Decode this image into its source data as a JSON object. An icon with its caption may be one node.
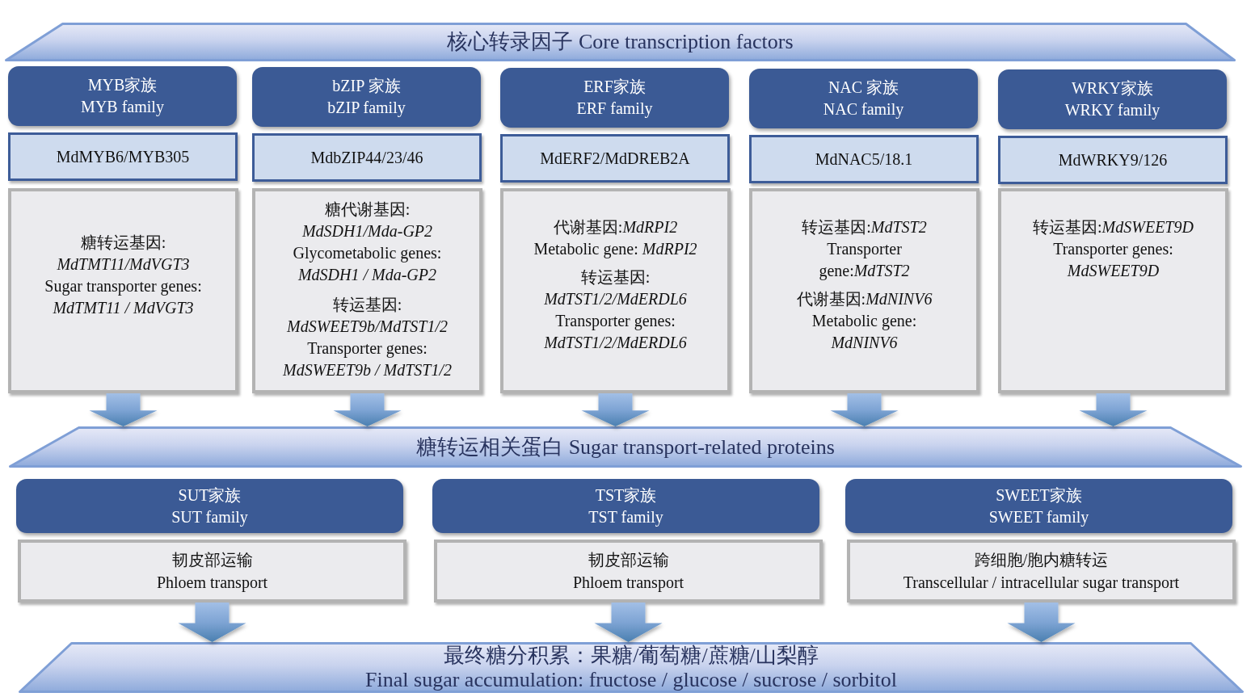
{
  "diagram": {
    "nodes": [
      {
        "text": [
          "核心转录因子 Core transcription factors"
        ]
      },
      {
        "text": [
          "MYB家族",
          "MYB family"
        ]
      },
      {
        "text": [
          "MdMYB6/MYB305"
        ]
      },
      {
        "text": [
          "糖转运基因: *MdTMT11/MdVGT3*",
          "Sugar transporter genes: *MdTMT11 / MdVGT3*"
        ]
      },
      {
        "text": [
          "bZIP 家族",
          "bZIP family"
        ]
      },
      {
        "text": [
          "MdbZIP44/23/46"
        ]
      },
      {
        "text": [
          "糖代谢基因: *MdSDH1/Mda-GP2*",
          "Glycometabolic genes: *MdSDH1 / Mda-GP2*",
          "转运基因: *MdSWEET9b/MdTST1/2*",
          "Transporter genes: *MdSWEET9b / MdTST1/2*"
        ]
      },
      {
        "text": [
          "ERF家族",
          "ERF family"
        ]
      },
      {
        "text": [
          "MdERF2/MdDREB2A"
        ]
      },
      {
        "text": [
          "代谢基因:*MdRPI2*",
          "Metabolic gene: *MdRPI2*",
          "转运基因: *MdTST1/2/MdERDL6*",
          "Transporter genes: *MdTST1/2/MdERDL6*"
        ]
      },
      {
        "text": [
          "NAC 家族",
          "NAC family"
        ]
      },
      {
        "text": [
          "MdNAC5/18.1"
        ]
      },
      {
        "text": [
          "转运基因:*MdTST2*",
          "Transporter gene:*MdTST2*",
          "代谢基因:*MdNINV6*",
          "Metabolic gene: *MdNINV6*"
        ]
      },
      {
        "text": [
          "WRKY家族",
          "WRKY family"
        ]
      },
      {
        "text": [
          "MdWRKY9/126"
        ]
      },
      {
        "text": [
          "转运基因:*MdSWEET9D*",
          "Transporter genes: *MdSWEET9D*"
        ]
      },
      {
        "text": [
          "糖转运相关蛋白 Sugar transport-related proteins"
        ]
      },
      {
        "text": [
          "SUT家族",
          "SUT family"
        ]
      },
      {
        "text": [
          "韧皮部运输",
          "Phloem transport"
        ]
      },
      {
        "text": [
          "TST家族",
          "TST family"
        ]
      },
      {
        "text": [
          "韧皮部运输",
          "Phloem transport"
        ]
      },
      {
        "text": [
          "SWEET家族",
          "SWEET family"
        ]
      },
      {
        "text": [
          "跨细胞/胞内糖转运",
          "Transcellular / intracellular sugar transport"
        ]
      },
      {
        "text": [
          "最终糖分积累：果糖/葡萄糖/蔗糖/山梨醇",
          "Final sugar accumulation: fructose / glucose / sucrose / sorbitol"
        ]
      }
    ],
    "edges": [
      {
        "from": 3,
        "to": 16,
        "arrow": "to"
      },
      {
        "from": 6,
        "to": 16,
        "arrow": "to"
      },
      {
        "from": 9,
        "to": 16,
        "arrow": "to"
      },
      {
        "from": 12,
        "to": 16,
        "arrow": "to"
      },
      {
        "from": 15,
        "to": 16,
        "arrow": "to"
      },
      {
        "from": 18,
        "to": 23,
        "arrow": "to"
      },
      {
        "from": 20,
        "to": 23,
        "arrow": "to"
      },
      {
        "from": 22,
        "to": 23,
        "arrow": "to"
      }
    ]
  }
}
